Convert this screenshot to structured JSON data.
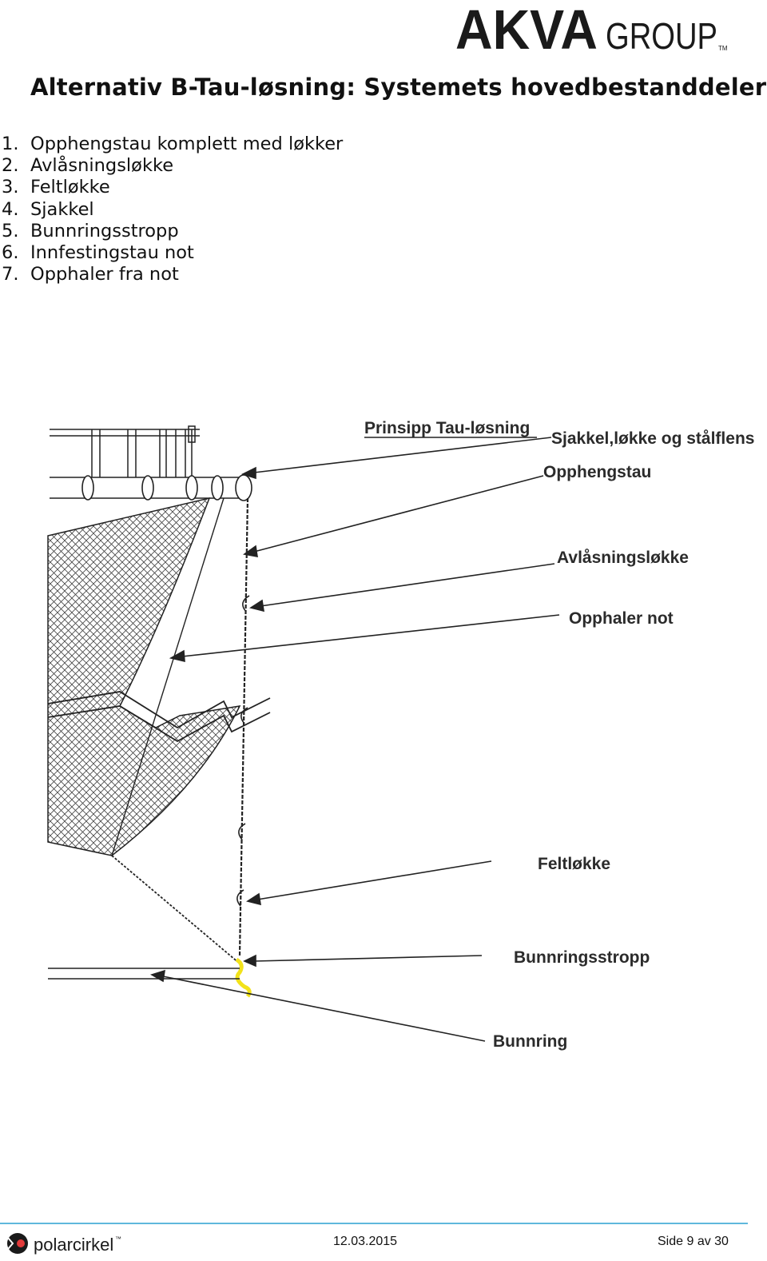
{
  "header": {
    "logo_bold": "AKVA",
    "logo_light": "GROUP",
    "logo_tm": "TM"
  },
  "title": "Alternativ B-Tau-løsning: Systemets hovedbestanddeler",
  "components": [
    {
      "num": "1.",
      "label": "Opphengstau komplett med løkker"
    },
    {
      "num": "2.",
      "label": "Avlåsningsløkke"
    },
    {
      "num": "3.",
      "label": "Feltløkke"
    },
    {
      "num": "4.",
      "label": "Sjakkel"
    },
    {
      "num": "5.",
      "label": "Bunnringsstropp"
    },
    {
      "num": "6.",
      "label": "Innfestingstau not"
    },
    {
      "num": "7.",
      "label": "Opphaler fra not"
    }
  ],
  "diagram": {
    "heading": "Prinsipp Tau-løsning",
    "labels": [
      "Sjakkel,løkke og stålflens",
      "Opphengstau",
      "Avlåsningsløkke",
      "Opphaler not",
      "Feltløkke",
      "Bunnringsstropp",
      "Bunnring"
    ],
    "colors": {
      "hook": "#f2e21a",
      "lines": "#222222"
    }
  },
  "footer": {
    "brand": "polarcirkel",
    "brand_tm": "™",
    "date": "12.03.2015",
    "page": "Side 9 av 30",
    "rule_color": "#5fb8dc"
  }
}
